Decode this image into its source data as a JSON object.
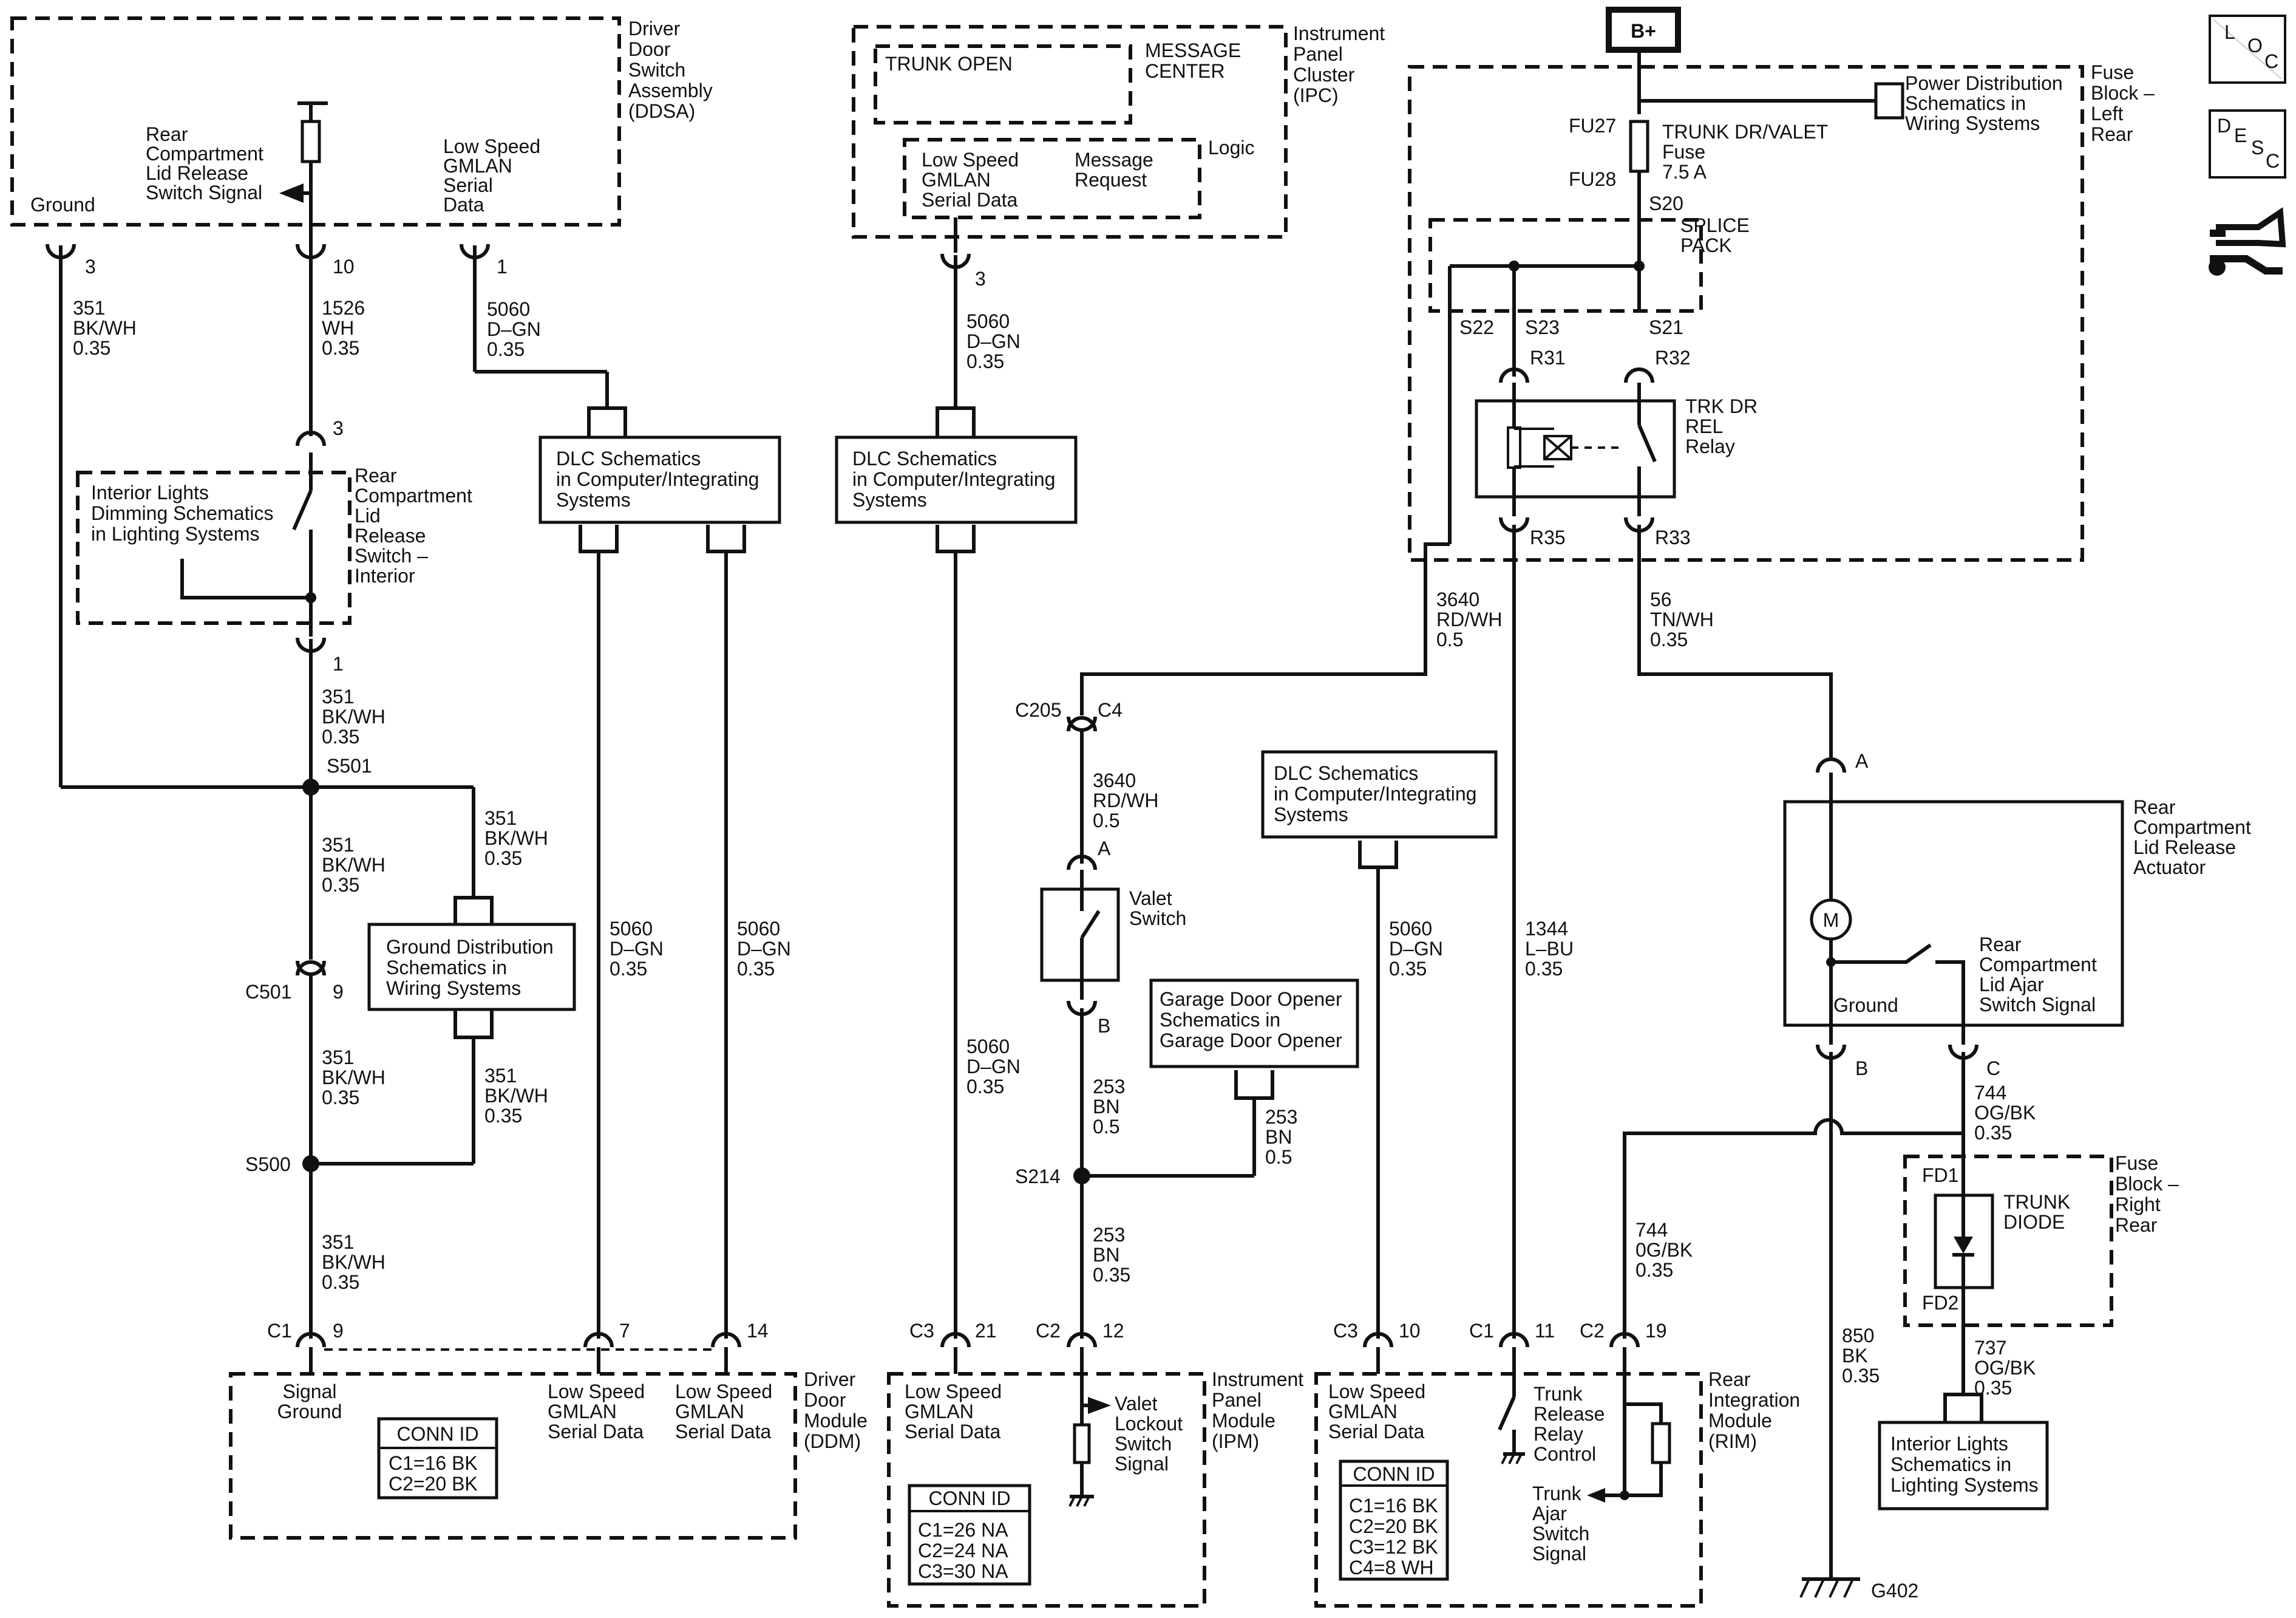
{
  "battery": "B+",
  "side_badges": {
    "loc": [
      "L",
      "O",
      "C"
    ],
    "desc": [
      "D",
      "E",
      "S",
      "C"
    ]
  },
  "modules": {
    "ddsa": [
      "Driver",
      "Door",
      "Switch",
      "Assembly",
      "(DDSA)"
    ],
    "ipc": [
      "Instrument",
      "Panel",
      "Cluster",
      "(IPC)"
    ],
    "fuse_left": [
      "Fuse",
      "Block –",
      "Left",
      "Rear"
    ],
    "fuse_right": [
      "Fuse",
      "Block –",
      "Right",
      "Rear"
    ],
    "actuator": [
      "Rear",
      "Compartment",
      "Lid Release",
      "Actuator"
    ],
    "ddm": [
      "Driver",
      "Door",
      "Module",
      "(DDM)"
    ],
    "ipm": [
      "Instrument",
      "Panel",
      "Module",
      "(IPM)"
    ],
    "rim": [
      "Rear",
      "Integration",
      "Module",
      "(RIM)"
    ]
  },
  "labels": {
    "ddsa_ground": "Ground",
    "ddsa_release": [
      "Rear",
      "Compartment",
      "Lid Release",
      "Switch Signal"
    ],
    "ddsa_gmlan": [
      "Low Speed",
      "GMLAN",
      "Serial",
      "Data"
    ],
    "trunk_open": "TRUNK OPEN",
    "message_center": [
      "MESSAGE",
      "CENTER"
    ],
    "logic": "Logic",
    "ipc_gmlan": [
      "Low Speed",
      "GMLAN",
      "Serial Data"
    ],
    "message_request": [
      "Message",
      "Request"
    ],
    "fuse_name": [
      "TRUNK DR/VALET",
      "Fuse",
      "7.5 A"
    ],
    "power_dist": [
      "Power Distribution",
      "Schematics in",
      "Wiring Systems"
    ],
    "splice_pack": [
      "SPLICE",
      "PACK"
    ],
    "relay_name": [
      "TRK DR",
      "REL",
      "Relay"
    ],
    "rear_release_switch": [
      "Rear",
      "Compartment",
      "Lid",
      "Release",
      "Switch –",
      "Interior"
    ],
    "interior_dimming": [
      "Interior Lights",
      "Dimming Schematics",
      "in Lighting Systems"
    ],
    "ground_dist": [
      "Ground Distribution",
      "Schematics in",
      "Wiring Systems"
    ],
    "dlc1": [
      "DLC Schematics",
      "in Computer/Integrating",
      "Systems"
    ],
    "dlc2": [
      "DLC Schematics",
      "in Computer/Integrating",
      "Systems"
    ],
    "dlc3": [
      "DLC Schematics",
      "in Computer/Integrating",
      "Systems"
    ],
    "valet_switch": [
      "Valet",
      "Switch"
    ],
    "garage_door": [
      "Garage Door Opener",
      "Schematics in",
      "Garage Door Opener"
    ],
    "motor": "M",
    "actuator_ground": "Ground",
    "lid_ajar": [
      "Rear",
      "Compartment",
      "Lid Ajar",
      "Switch Signal"
    ],
    "trunk_diode": [
      "TRUNK",
      "DIODE"
    ],
    "interior_lights": [
      "Interior Lights",
      "Schematics in",
      "Lighting Systems"
    ],
    "ddm_signal_ground": [
      "Signal",
      "Ground"
    ],
    "ddm_gmlan1": [
      "Low Speed",
      "GMLAN",
      "Serial Data"
    ],
    "ddm_gmlan2": [
      "Low Speed",
      "GMLAN",
      "Serial Data"
    ],
    "ipm_gmlan": [
      "Low Speed",
      "GMLAN",
      "Serial Data"
    ],
    "valet_lockout": [
      "Valet",
      "Lockout",
      "Switch",
      "Signal"
    ],
    "rim_gmlan": [
      "Low Speed",
      "GMLAN",
      "Serial Data"
    ],
    "trunk_release_control": [
      "Trunk",
      "Release",
      "Relay",
      "Control"
    ],
    "trunk_ajar": [
      "Trunk",
      "Ajar",
      "Switch",
      "Signal"
    ],
    "ground_g402": "G402"
  },
  "conn_id": {
    "title": "CONN ID",
    "ddm": [
      "C1=16 BK",
      "C2=20 BK"
    ],
    "ipm": [
      "C1=26 NA",
      "C2=24 NA",
      "C3=30 NA"
    ],
    "rim": [
      "C1=16 BK",
      "C2=20 BK",
      "C3=12 BK",
      "C4=8 WH"
    ]
  },
  "splices": {
    "s501": "S501",
    "s500": "S500",
    "s214": "S214",
    "s20": "S20",
    "s21": "S21",
    "s22": "S22",
    "s23": "S23"
  },
  "connectors": {
    "c501": "C501",
    "c205": "C205",
    "ddm_c1": "C1",
    "ipm_c3": "C3",
    "ipm_c2": "C2",
    "rim_c3": "C3",
    "rim_c1": "C1",
    "rim_c2": "C2"
  },
  "fuse_terminals": {
    "in": "FU27",
    "out": "FU28"
  },
  "relay_terminals": {
    "r31": "R31",
    "r32": "R32",
    "r35": "R35",
    "r33": "R33"
  },
  "diode_terminals": {
    "fd1": "FD1",
    "fd2": "FD2"
  },
  "pins": {
    "p3": "3",
    "p10": "10",
    "p1": "1",
    "ipc3": "3",
    "sw3": "3",
    "sw1": "1",
    "c501_9": "9",
    "ddm9": "9",
    "ddm7": "7",
    "ddm14": "14",
    "ipm21": "21",
    "ipm12": "12",
    "c4": "C4",
    "valet_a": "A",
    "valet_b": "B",
    "rim10": "10",
    "rim11": "11",
    "rim19": "19",
    "act_a": "A",
    "act_b": "B",
    "act_c": "C"
  },
  "wires": {
    "w_351_top": [
      "351",
      "BK/WH",
      "0.35"
    ],
    "w_1526": [
      "1526",
      "WH",
      "0.35"
    ],
    "w_5060_ddsa": [
      "5060",
      "D–GN",
      "0.35"
    ],
    "w_351_sw": [
      "351",
      "BK/WH",
      "0.35"
    ],
    "w_351_gd": [
      "351",
      "BK/WH",
      "0.35"
    ],
    "w_351_mid": [
      "351",
      "BK/WH",
      "0.35"
    ],
    "w_351_c501": [
      "351",
      "BK/WH",
      "0.35"
    ],
    "w_351_gd2": [
      "351",
      "BK/WH",
      "0.35"
    ],
    "w_351_bot": [
      "351",
      "BK/WH",
      "0.35"
    ],
    "w_5060_ddm7": [
      "5060",
      "D–GN",
      "0.35"
    ],
    "w_5060_ddm14": [
      "5060",
      "D–GN",
      "0.35"
    ],
    "w_5060_ipc": [
      "5060",
      "D–GN",
      "0.35"
    ],
    "w_5060_ipm": [
      "5060",
      "D–GN",
      "0.35"
    ],
    "w_3640_a": [
      "3640",
      "RD/WH",
      "0.5"
    ],
    "w_3640_b": [
      "3640",
      "RD/WH",
      "0.5"
    ],
    "w_253_a": [
      "253",
      "BN",
      "0.5"
    ],
    "w_253_b": [
      "253",
      "BN",
      "0.5"
    ],
    "w_253_c": [
      "253",
      "BN",
      "0.35"
    ],
    "w_5060_rim": [
      "5060",
      "D–GN",
      "0.35"
    ],
    "w_1344": [
      "1344",
      "L–BU",
      "0.35"
    ],
    "w_744_a": [
      "744",
      "0G/BK",
      "0.35"
    ],
    "w_56": [
      "56",
      "TN/WH",
      "0.35"
    ],
    "w_744_b": [
      "744",
      "OG/BK",
      "0.35"
    ],
    "w_737": [
      "737",
      "OG/BK",
      "0.35"
    ],
    "w_850": [
      "850",
      "BK",
      "0.35"
    ]
  }
}
